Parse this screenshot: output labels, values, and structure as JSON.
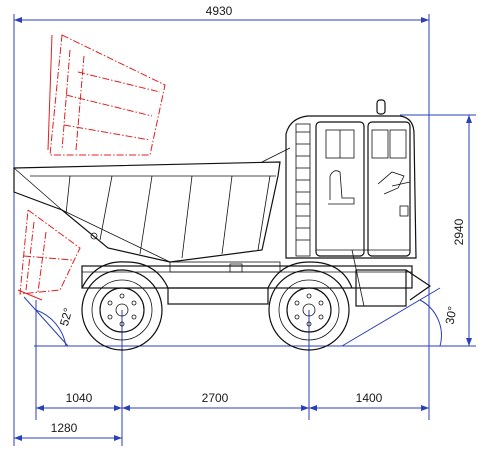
{
  "dimensions": {
    "overall_length": "4930",
    "height": "2940",
    "rear_overhang": "1040",
    "wheelbase": "2700",
    "front_overhang": "1400",
    "rear_axle_to_tail": "1280",
    "departure_angle": "52°",
    "approach_angle": "30°"
  },
  "colors": {
    "dimension_lines": "#2a3fb8",
    "tipped_body": "#e02020",
    "outline": "#111111"
  }
}
